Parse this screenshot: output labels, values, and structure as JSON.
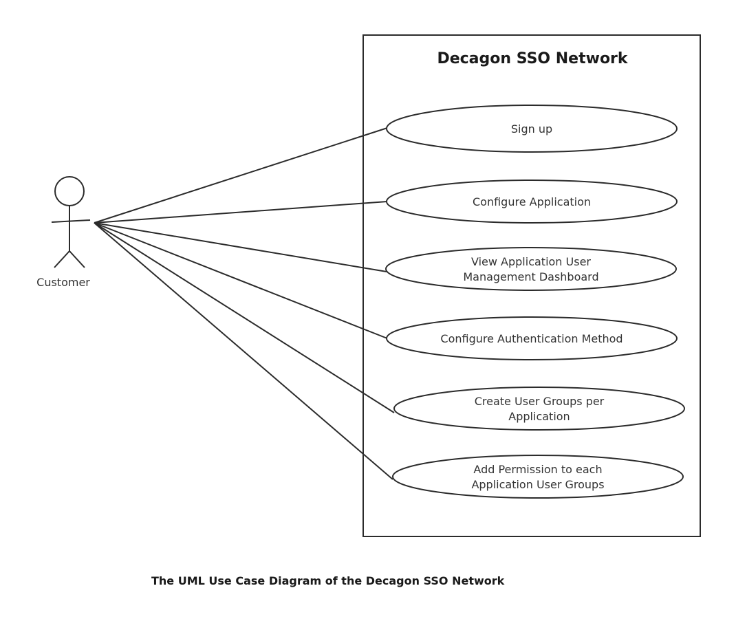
{
  "diagram": {
    "system": {
      "title": "Decagon SSO Network"
    },
    "actor": {
      "label": "Customer"
    },
    "use_cases": [
      {
        "lines": [
          "Sign up"
        ]
      },
      {
        "lines": [
          "Configure Application"
        ]
      },
      {
        "lines": [
          "View Application User",
          "Management Dashboard"
        ]
      },
      {
        "lines": [
          "Configure Authentication Method"
        ]
      },
      {
        "lines": [
          "Create User Groups per",
          "Application"
        ]
      },
      {
        "lines": [
          "Add Permission to each",
          "Application User Groups"
        ]
      }
    ],
    "caption": "The UML Use Case Diagram of the Decagon SSO Network"
  }
}
